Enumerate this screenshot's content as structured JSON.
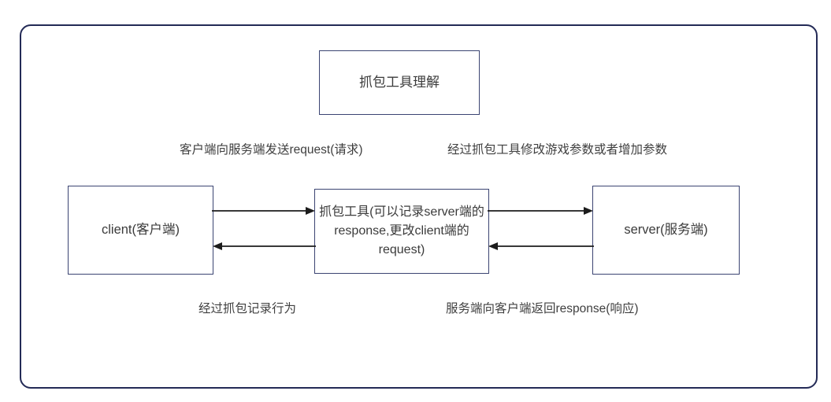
{
  "diagram": {
    "title_box": {
      "label": "抓包工具理解"
    },
    "nodes": [
      {
        "id": "client",
        "label": "client(客户端)"
      },
      {
        "id": "proxy",
        "label": "抓包工具(可以记录server端的response,更改client端的request)"
      },
      {
        "id": "server",
        "label": "server(服务端)"
      }
    ],
    "edge_labels": {
      "client_to_proxy": "客户端向服务端发送request(请求)",
      "proxy_to_server": "经过抓包工具修改游戏参数或者增加参数",
      "proxy_to_client": "经过抓包记录行为",
      "server_to_proxy": "服务端向客户端返回response(响应)"
    },
    "icons": {
      "arrow_right": "arrow-right-icon",
      "arrow_left": "arrow-left-icon"
    },
    "colors": {
      "frame_border": "#232a56",
      "box_border": "#3b4472",
      "arrow": "#1c1c1c",
      "text": "#3b3b3b",
      "background": "#ffffff"
    }
  }
}
